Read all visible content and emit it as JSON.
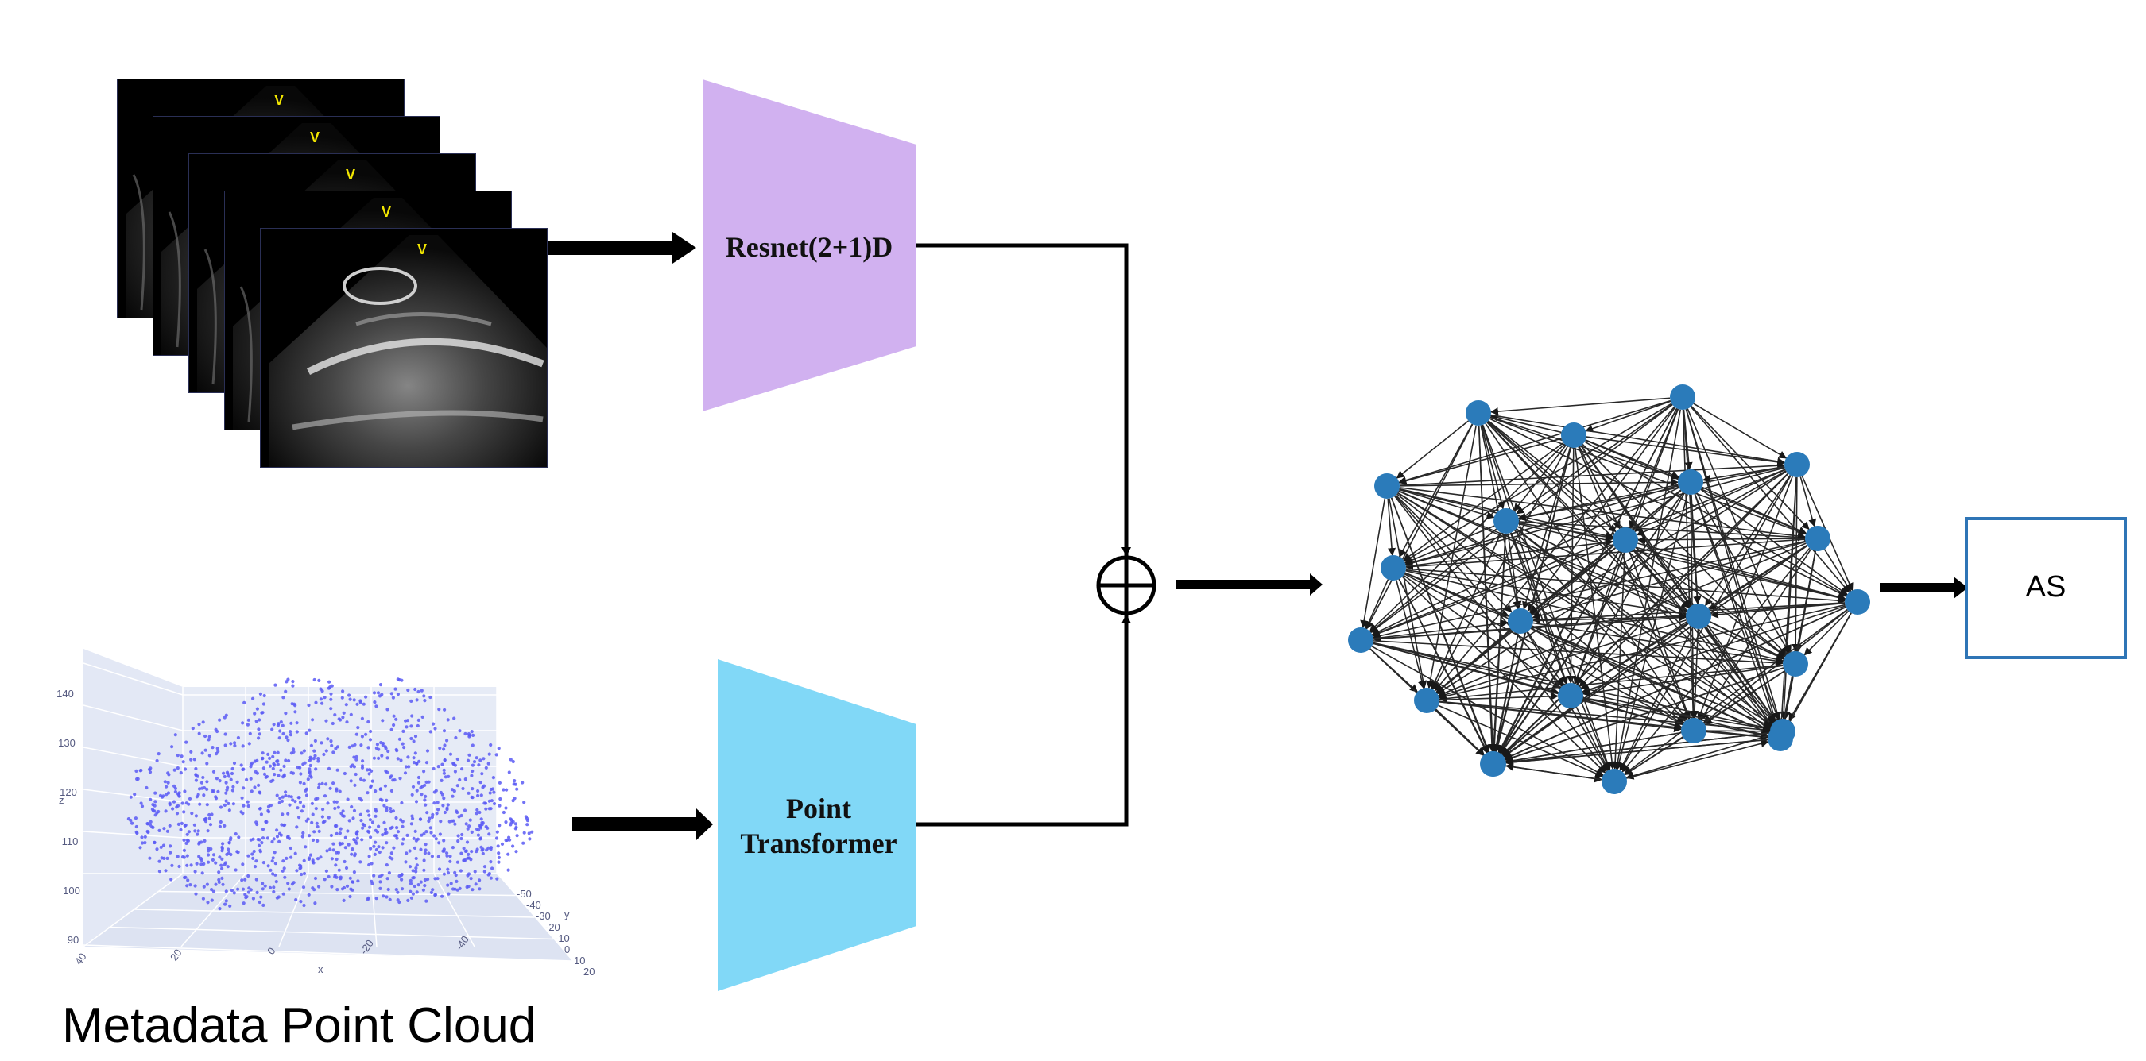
{
  "blocks": {
    "video_encoder": {
      "label": "Resnet(2+1)D",
      "color": "#d1b1f0"
    },
    "point_encoder": {
      "label_line1": "Point",
      "label_line2": "Transformer",
      "color": "#81d8f7"
    }
  },
  "output": {
    "label": "AS"
  },
  "point_cloud": {
    "caption": "Metadata Point Cloud",
    "point_color": "#5b5bf5",
    "axes": {
      "x_label": "x",
      "y_label": "y",
      "z_label": "z",
      "x_ticks": [
        "40",
        "20",
        "0",
        "-20",
        "-40"
      ],
      "y_ticks": [
        "-50",
        "-40",
        "-30",
        "-20",
        "-10",
        "0",
        "10",
        "20"
      ],
      "z_ticks": [
        "140",
        "130",
        "120",
        "110",
        "100",
        "90"
      ]
    }
  },
  "graph": {
    "node_color": "#2b7bba",
    "node_count": 23
  },
  "echo_frames": {
    "count": 5,
    "marker": "V"
  },
  "colors": {
    "arrow": "#000000",
    "output_border": "#2e75b6",
    "background": "#ffffff"
  }
}
